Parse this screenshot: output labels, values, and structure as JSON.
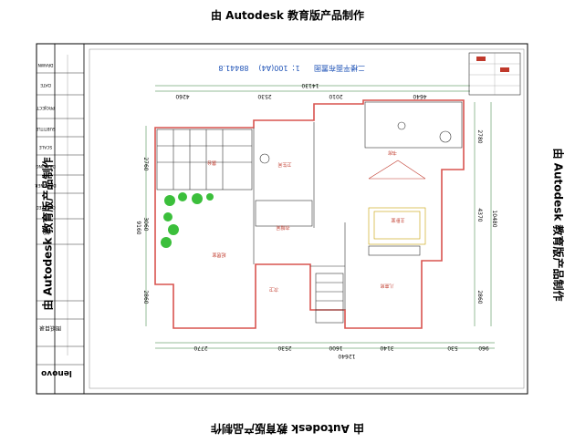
{
  "watermark": "由 Autodesk 教育版产品制作",
  "drawing": {
    "title": "二楼平面布置图",
    "scale_note": "1：100(A4)",
    "code": "88441.8",
    "dims_top": {
      "total": "14130",
      "segments": [
        "4260",
        "2530",
        "2010",
        "4640"
      ]
    },
    "dims_bottom": {
      "total": "12640",
      "segments": [
        "2770",
        "2530",
        "1600",
        "3140",
        "530",
        "960"
      ]
    },
    "dims_left": [
      "2760",
      "3060",
      "9160",
      "2860"
    ],
    "dims_right": [
      "2780",
      "4370",
      "10480",
      "2860"
    ],
    "rooms": {
      "balcony": "露台",
      "bath": "卫生间",
      "master_bed": "主卧室",
      "wardrobe": "衣帽间",
      "study": "书房",
      "living": "起居室",
      "stair": "楼梯间",
      "kids_room": "儿童房",
      "bath2": "次卫"
    }
  },
  "title_block": {
    "company": "lenovo",
    "labels": [
      "DRAWN",
      "DATE",
      "PROJECT",
      "SUBTITLE",
      "SCALE",
      "DRAWING",
      "DESIGNER",
      "CHECKED",
      "NO."
    ],
    "footer": "图纸目录"
  },
  "colors": {
    "wall": "#d9534f",
    "line": "#333333",
    "dim": "#2e7d32",
    "accent_red": "#c0392b"
  }
}
